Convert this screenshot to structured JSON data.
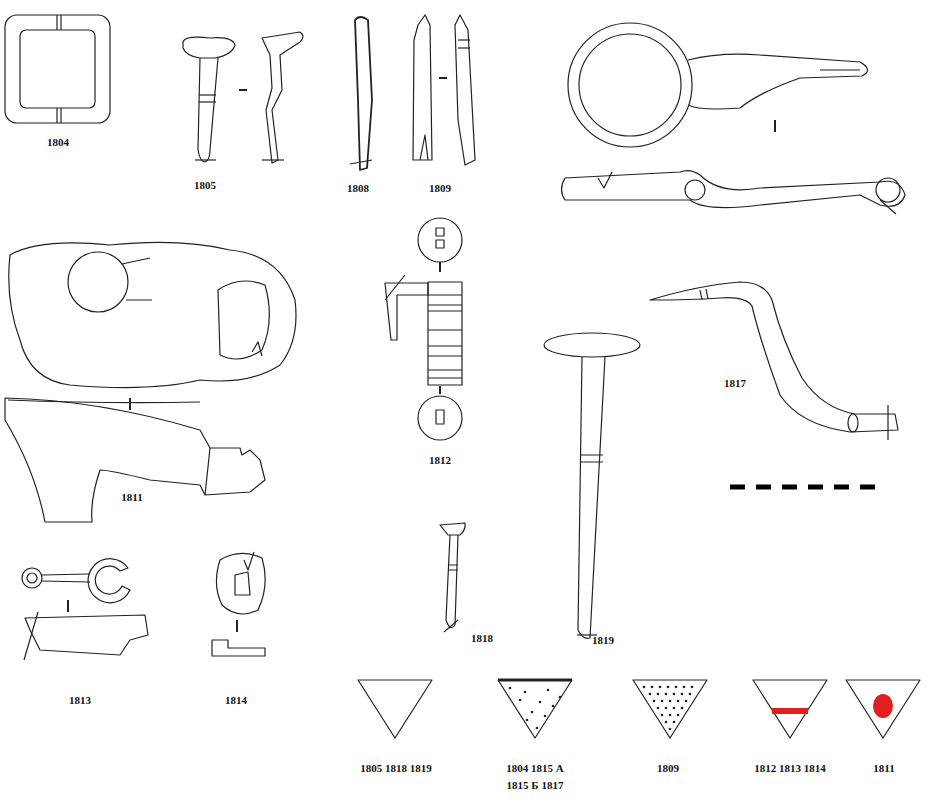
{
  "diagram": {
    "labels": [
      "1804",
      "1805",
      "1808",
      "1809",
      "1811",
      "1812",
      "1817",
      "1813",
      "1814",
      "1818",
      "1819"
    ],
    "legend": [
      {
        "text": "1805 1818 1819"
      },
      {
        "text": "1804 1815 А 1815 Б 1817"
      },
      {
        "text": "1809"
      },
      {
        "text": "1812 1813 1814"
      },
      {
        "text": "1811"
      }
    ]
  }
}
